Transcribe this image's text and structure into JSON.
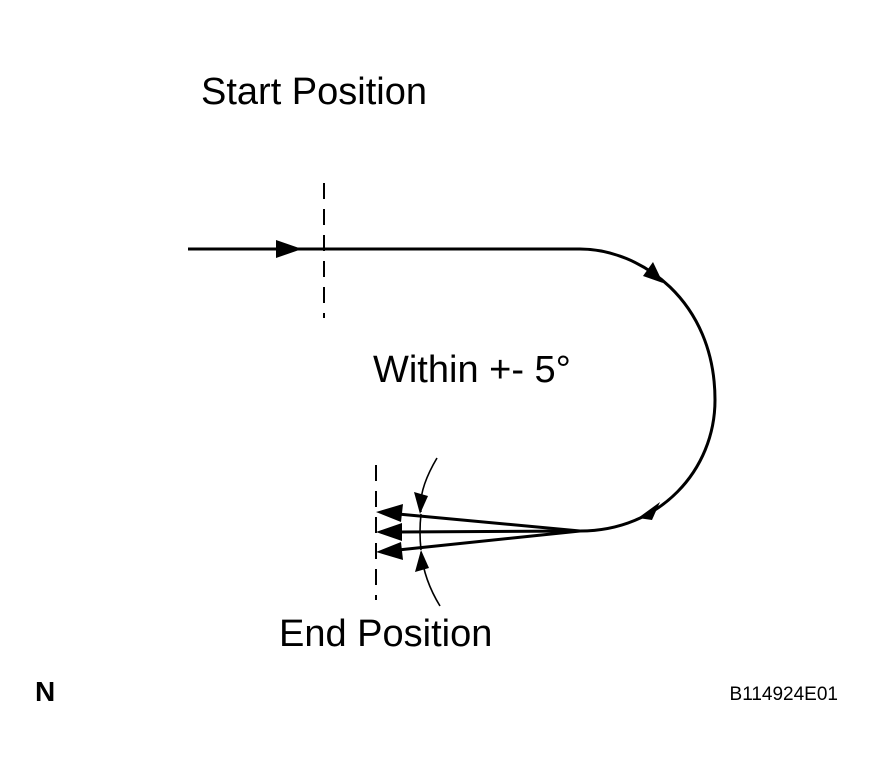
{
  "labels": {
    "start": "Start Position",
    "within": "Within +- 5°",
    "end": "End Position",
    "north": "N",
    "code": "B114924E01"
  },
  "colors": {
    "ink": "#000000",
    "background": "#ffffff"
  }
}
